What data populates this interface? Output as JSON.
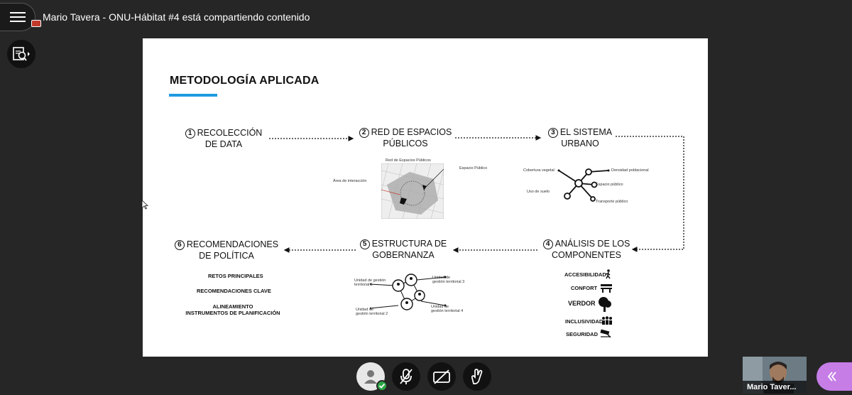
{
  "header": {
    "share_title": "Mario Tavera - ONU-Hábitat #4 está compartiendo contenido"
  },
  "slide": {
    "title": "METODOLOGÍA APLICADA",
    "steps": [
      {
        "num": "1",
        "line1": "RECOLECCIÓN",
        "line2": "DE DATA"
      },
      {
        "num": "2",
        "line1": "RED DE ESPACIOS",
        "line2": "PÚBLICOS"
      },
      {
        "num": "3",
        "line1": "EL SISTEMA",
        "line2": "URBANO"
      },
      {
        "num": "4",
        "line1": "ANÁLISIS DE LOS",
        "line2": "COMPONENTES"
      },
      {
        "num": "5",
        "line1": "ESTRUCTURA DE",
        "line2": "GOBERNANZA"
      },
      {
        "num": "6",
        "line1": "RECOMENDACIONES",
        "line2": "DE POLÍTICA"
      }
    ],
    "map": {
      "title": "Red de Espacios Públicos",
      "label_left": "Área de interacción",
      "label_right": "Espacio Público"
    },
    "system": {
      "cobertura": "Cobertura vegetal",
      "densidad": "Densidad poblacional",
      "espacio": "Espacio público",
      "uso": "Uso de suelo",
      "transporte": "Transporte público"
    },
    "governance": {
      "u1_line1": "Unidad de gestión",
      "u1_line2": "territorial 1",
      "u2_line1": "Unidad de",
      "u2_line2": "gestión territorial 2",
      "u3_line1": "Unidad de",
      "u3_line2": "gestión territorial 3",
      "u4_line1": "Unidad de",
      "u4_line2": "gestión territorial 4"
    },
    "components": [
      "ACCESIBILIDAD",
      "CONFORT",
      "VERDOR",
      "INCLUSIVIDAD",
      "SEGURIDAD"
    ],
    "recommendations": {
      "retos": "RETOS PRINCIPALES",
      "clave": "RECOMENDACIONES CLAVE",
      "alineamiento_1": "ALINEAMIENTO",
      "alineamiento_2": "INSTRUMENTOS DE PLANIFICACIÓN"
    }
  },
  "participant": {
    "name": "Mario Taver..."
  }
}
